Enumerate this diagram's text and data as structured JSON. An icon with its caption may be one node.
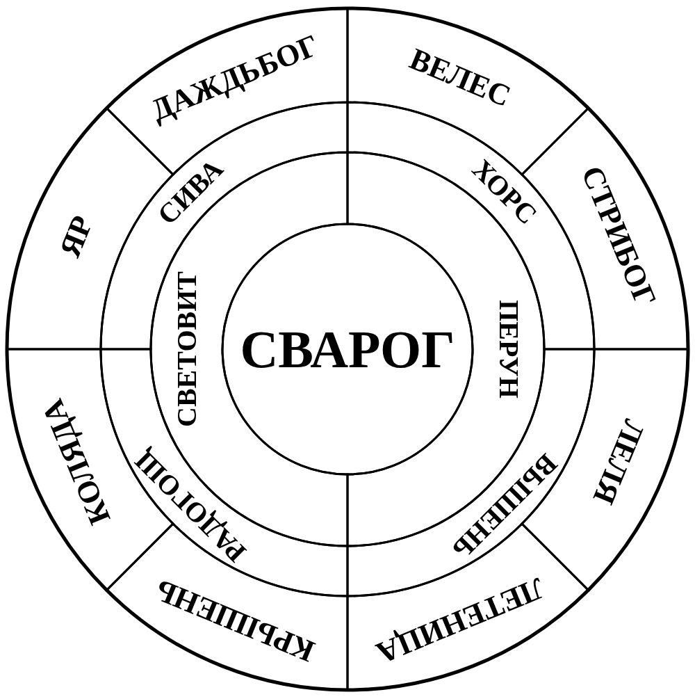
{
  "diagram": {
    "nodes": [
      {
        "text": [
          "ДАЖДЬБОГ"
        ]
      },
      {
        "text": [
          "ВЕЛЕС"
        ]
      },
      {
        "text": [
          "ЯР"
        ]
      },
      {
        "text": [
          "СИВА"
        ]
      },
      {
        "text": [
          "ХОРС"
        ]
      },
      {
        "text": [
          "СТРИБОГ"
        ]
      },
      {
        "text": [
          "СВЕТОВИТ"
        ]
      },
      {
        "text": [
          "СВАРОГ"
        ]
      },
      {
        "text": [
          "ПЕРУН"
        ]
      },
      {
        "text": [
          "КОЛЯДА"
        ]
      },
      {
        "text": [
          "РАДОГОЩ"
        ]
      },
      {
        "text": [
          "ВЫШЕНЬ"
        ]
      },
      {
        "text": [
          "ЛЕЛЯ"
        ]
      },
      {
        "text": [
          "КРЫШЕНЬ"
        ]
      },
      {
        "text": [
          "ЛЕТЕНИЦА"
        ]
      }
    ]
  }
}
